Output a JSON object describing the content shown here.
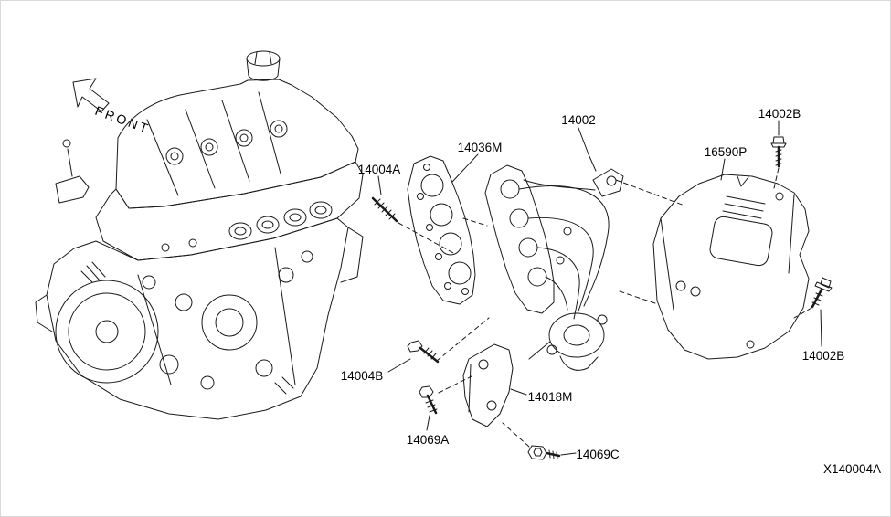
{
  "colors": {
    "background": "#ffffff",
    "line_color": "#1a1a1a",
    "text_color": "#000000"
  },
  "diagram": {
    "front_label": "FRONT",
    "diagram_code": "X140004A",
    "callouts": {
      "c14002": "14002",
      "c14002b_top": "14002B",
      "c14036m": "14036M",
      "c16590p": "16590P",
      "c14004a": "14004A",
      "c14002b_right": "14002B",
      "c14004b": "14004B",
      "c14018m": "14018M",
      "c14069a": "14069A",
      "c14069c": "14069C"
    }
  }
}
